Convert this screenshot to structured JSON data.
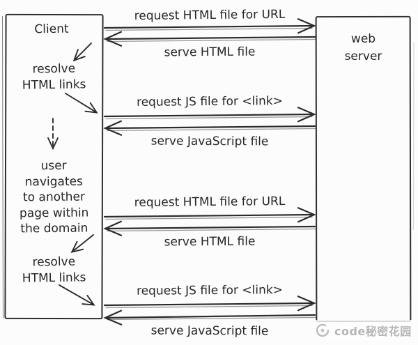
{
  "diagram_type": "sequence-diagram",
  "colors": {
    "background": "#fcfcfc",
    "ink": "#2b2b2b",
    "sketch_shadow": "#989898",
    "watermark": "#b6b6b6"
  },
  "client": {
    "title": "Client",
    "annotations": [
      {
        "lines": [
          "resolve",
          "HTML links"
        ]
      },
      {
        "lines": [
          "user",
          "navigates",
          "to another",
          "page within",
          "the domain"
        ]
      },
      {
        "lines": [
          "resolve",
          "HTML links"
        ]
      }
    ]
  },
  "server": {
    "lines": [
      "web",
      "server"
    ]
  },
  "messages": [
    {
      "label": "request HTML file for URL",
      "direction": "right",
      "from": "Client",
      "to": "web server"
    },
    {
      "label": "serve HTML file",
      "direction": "left",
      "from": "web server",
      "to": "Client"
    },
    {
      "label": "request JS file for <link>",
      "direction": "right",
      "from": "Client",
      "to": "web server"
    },
    {
      "label": "serve JavaScript file",
      "direction": "left",
      "from": "web server",
      "to": "Client"
    },
    {
      "label": "request HTML file for URL",
      "direction": "right",
      "from": "Client",
      "to": "web server"
    },
    {
      "label": "serve HTML file",
      "direction": "left",
      "from": "web server",
      "to": "Client"
    },
    {
      "label": "request JS file for <link>",
      "direction": "right",
      "from": "Client",
      "to": "web server"
    },
    {
      "label": "serve JavaScript file",
      "direction": "left",
      "from": "web server",
      "to": "Client"
    }
  ],
  "watermark": {
    "text": "code秘密花园",
    "icon": "swirl-logo-icon"
  }
}
